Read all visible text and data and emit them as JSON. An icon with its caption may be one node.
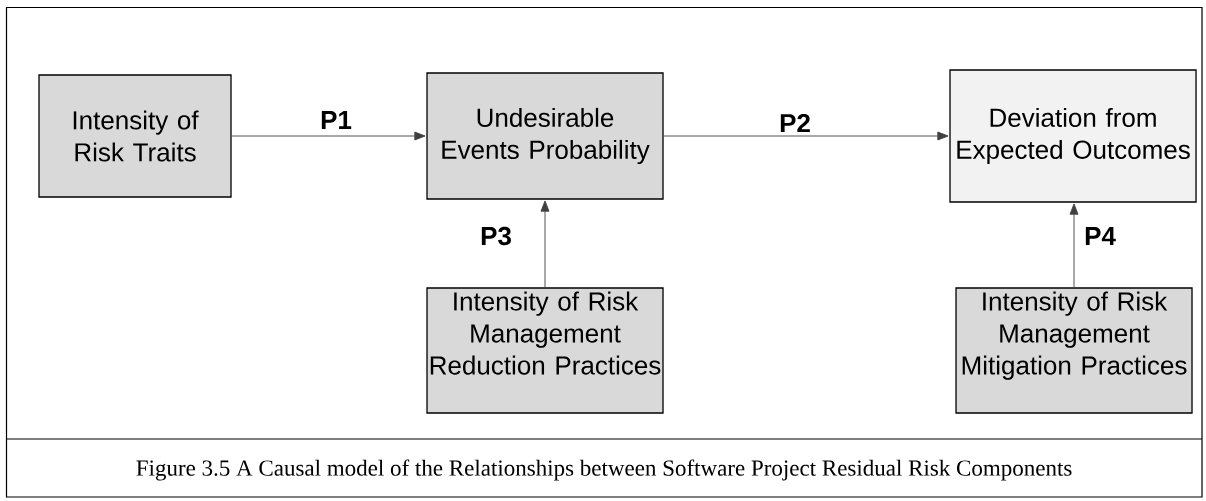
{
  "diagram": {
    "caption": "Figure 3.5 A Causal model of the Relationships between Software Project Residual Risk Components",
    "nodes": [
      {
        "text": [
          "Intensity of Risk Traits"
        ]
      },
      {
        "text": [
          "Undesirable Events Probability"
        ]
      },
      {
        "text": [
          "Deviation from Expected Outcomes"
        ]
      },
      {
        "text": [
          "Intensity of Risk Management Reduction Practices"
        ]
      },
      {
        "text": [
          "Intensity of Risk Management Mitigation Practices"
        ]
      }
    ],
    "edges": [
      {
        "from": 0,
        "to": 1,
        "arrow": "to",
        "label": "P1"
      },
      {
        "from": 1,
        "to": 2,
        "arrow": "to",
        "label": "P2"
      },
      {
        "from": 3,
        "to": 1,
        "arrow": "to",
        "label": "P3"
      },
      {
        "from": 4,
        "to": 2,
        "arrow": "to",
        "label": "P4"
      }
    ]
  }
}
